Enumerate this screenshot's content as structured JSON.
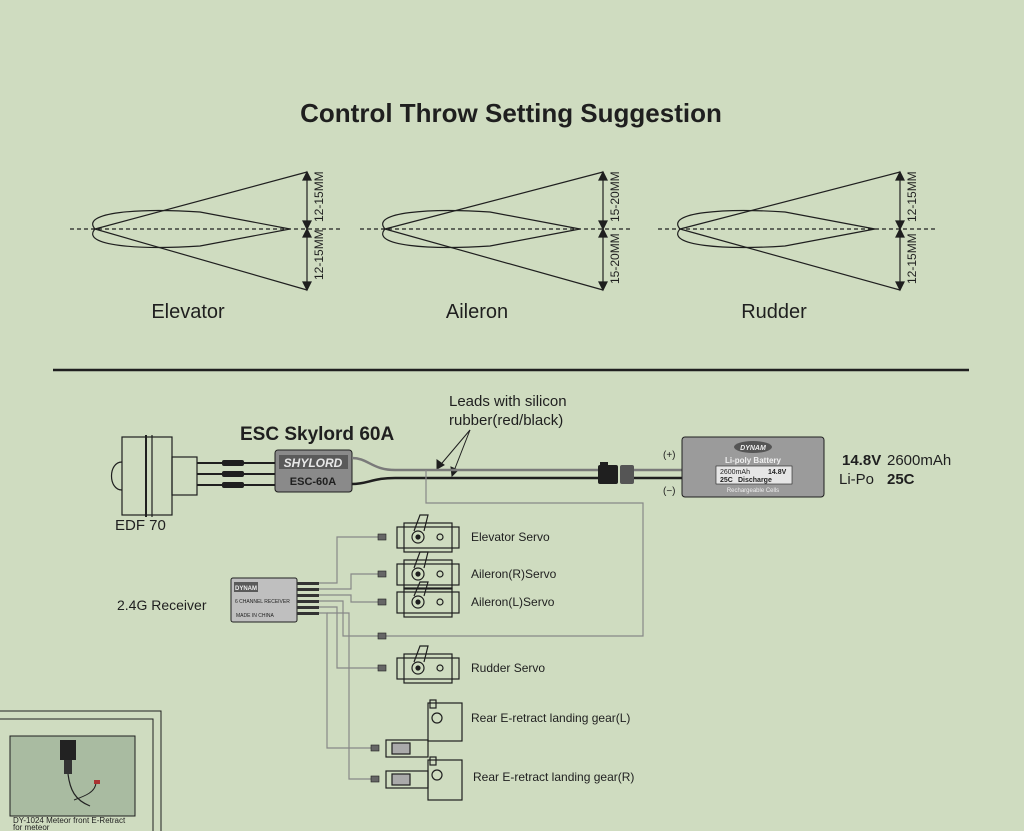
{
  "title": "Control  Throw  Setting  Suggestion",
  "throws": [
    {
      "name": "Elevator",
      "up": "12-15MM",
      "down": "12-15MM"
    },
    {
      "name": "Aileron",
      "up": "15-20MM",
      "down": "15-20MM"
    },
    {
      "name": "Rudder",
      "up": "12-15MM",
      "down": "12-15MM"
    }
  ],
  "wiring": {
    "leads_label_line1": "Leads with silicon",
    "leads_label_line2": "rubber(red/black)",
    "esc_title": "ESC Skylord 60A",
    "esc_brand": "SHYLORD",
    "esc_model": "ESC-60A",
    "edf_label": "EDF 70",
    "receiver_label": "2.4G  Receiver",
    "receiver_brand": "DYNAM",
    "receiver_model": "6 CHANNEL RECEIVER",
    "receiver_origin": "MADE IN CHINA",
    "battery": {
      "brand": "DYNAM",
      "name": "Li-poly Battery",
      "capacity_small": "2600mAh",
      "voltage_small": "14.8V",
      "discharge_rating_small": "25C",
      "discharge_small": "Discharge",
      "footer": "Rechargeable Cells",
      "plus": "(+)",
      "minus": "(−)",
      "voltage": "14.8V",
      "capacity": "2600mAh",
      "chemistry": "Li-Po",
      "discharge": "25C"
    },
    "servos": [
      "Elevator  Servo",
      "Aileron(R)Servo",
      "Aileron(L)Servo",
      "Rudder  Servo"
    ],
    "gear": [
      "Rear  E-retract landing gear(L)",
      "Rear  E-retract landing gear(R)"
    ],
    "inset_caption_line1": "DY-1024 Meteor front E-Retract",
    "inset_caption_line2": "for meteor"
  },
  "colors": {
    "background": "#cfdcc0",
    "line": "#1f1f1f",
    "wire": "#888888"
  }
}
